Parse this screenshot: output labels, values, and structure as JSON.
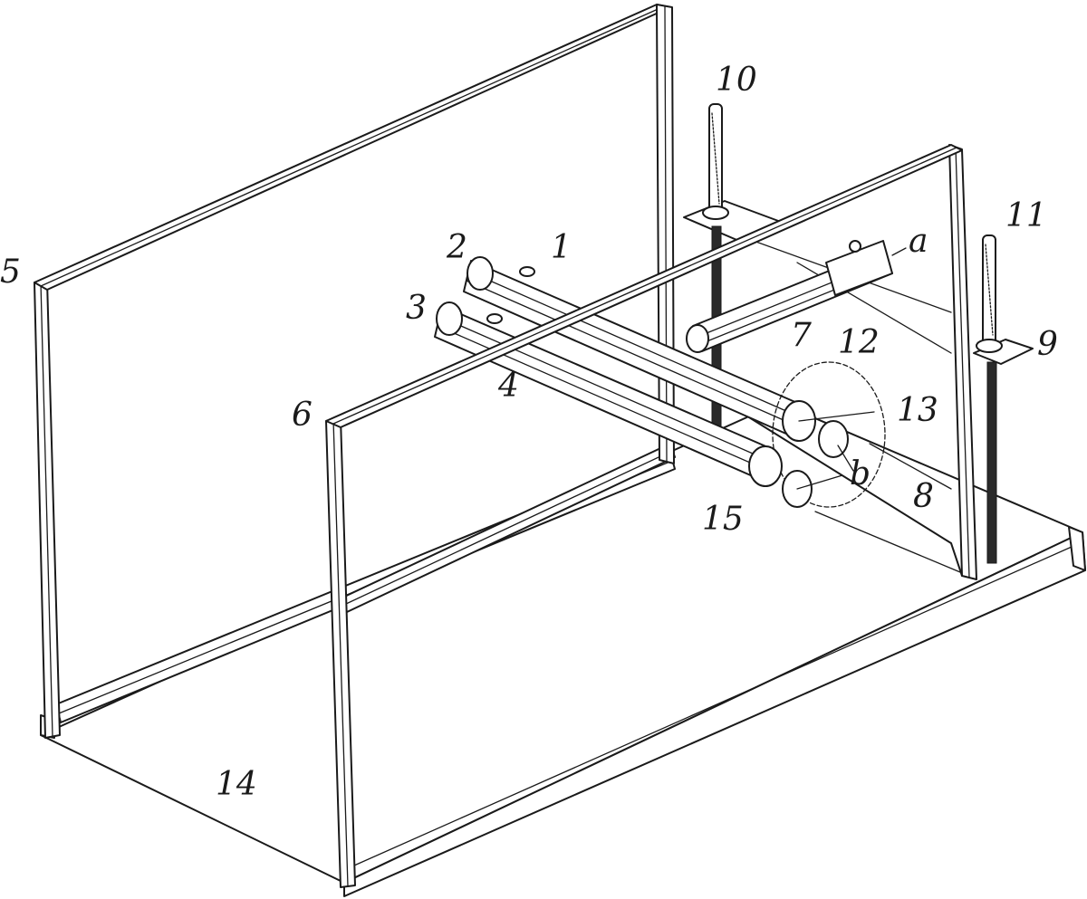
{
  "callouts": {
    "c1": "1",
    "c2": "2",
    "c3": "3",
    "c4": "4",
    "c5": "5",
    "c6": "6",
    "c7": "7",
    "c8": "8",
    "c9": "9",
    "c10": "10",
    "c11": "11",
    "c12": "12",
    "c13": "13",
    "c14": "14",
    "c15": "15",
    "ca": "a",
    "cb": "b"
  },
  "colors": {
    "line": "#1a1a1a",
    "background": "#ffffff"
  }
}
